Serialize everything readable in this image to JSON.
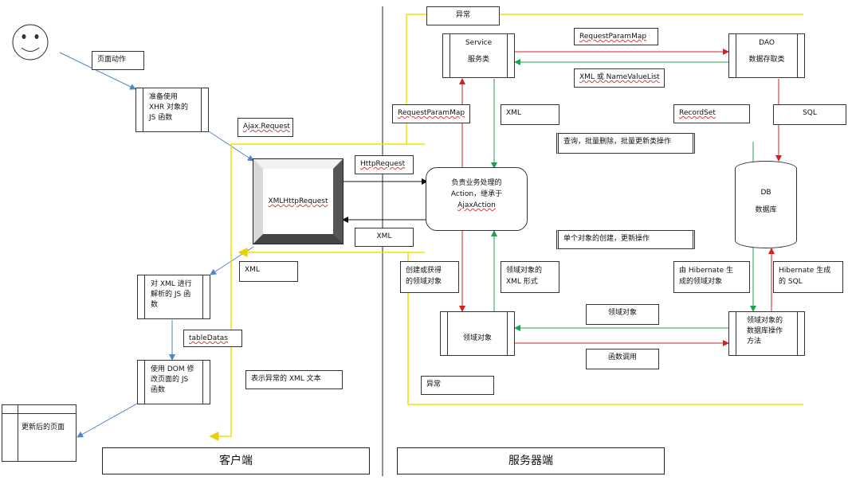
{
  "colors": {
    "red": "#d42020",
    "green": "#20a050",
    "yellow": "#f2e200",
    "blue": "#4f86c6",
    "black": "#111111"
  },
  "sections": {
    "client": "客户端",
    "server": "服务器端"
  },
  "client": {
    "page_action": "页面动作",
    "xhr_js": [
      "准备使用",
      "XHR 对象的",
      "JS 函数"
    ],
    "ajax_request": "Ajax.Request",
    "xmlhttprequest": "XMLHttpRequest",
    "httprequest": "HttpRequest",
    "xml_resp": "XML",
    "xml_left": "XML",
    "parse_js": [
      "对 XML 进行",
      "解析的 JS 函",
      "数"
    ],
    "tabledatas": "tableDatas",
    "dom_js": [
      "使用 DOM 修",
      "改页面的 JS",
      "函数"
    ],
    "exception_xml": "表示异常的 XML 文本",
    "updated_page": "更新后的页面"
  },
  "server": {
    "exception_top": "异常",
    "service_title": "Service",
    "service_sub": "服务类",
    "dao_title": "DAO",
    "dao_sub": "数据存取类",
    "requestparammap_top": "RequestParamMap",
    "xml_or_nvl": "XML 或 NameValueList",
    "requestparammap_left": "RequestParamMap",
    "xml_label": "XML",
    "recordset": "RecordSet",
    "sql": "SQL",
    "query_note": "查询，批量删除，批量更新类操作",
    "action": [
      "负责业务处理的",
      "Action，继承于",
      "AjaxAction"
    ],
    "db_title": "DB",
    "db_sub": "数据库",
    "single_note": "单个对象的创建，更新操作",
    "create_domain": [
      "创建或获得",
      "的领域对象"
    ],
    "domain_xml": [
      "领域对象的",
      "XML 形式"
    ],
    "hibernate_obj": [
      "由 Hibernate 生",
      "成的领域对象"
    ],
    "hibernate_sql": [
      "Hibernate 生成",
      "的 SQL"
    ],
    "domain_obj_label": "领域对象",
    "domain_box": "领域对象",
    "domain_db": [
      "领域对象的",
      "数据库操作",
      "方法"
    ],
    "func_call": "函数调用",
    "exception_bottom": "异常"
  }
}
